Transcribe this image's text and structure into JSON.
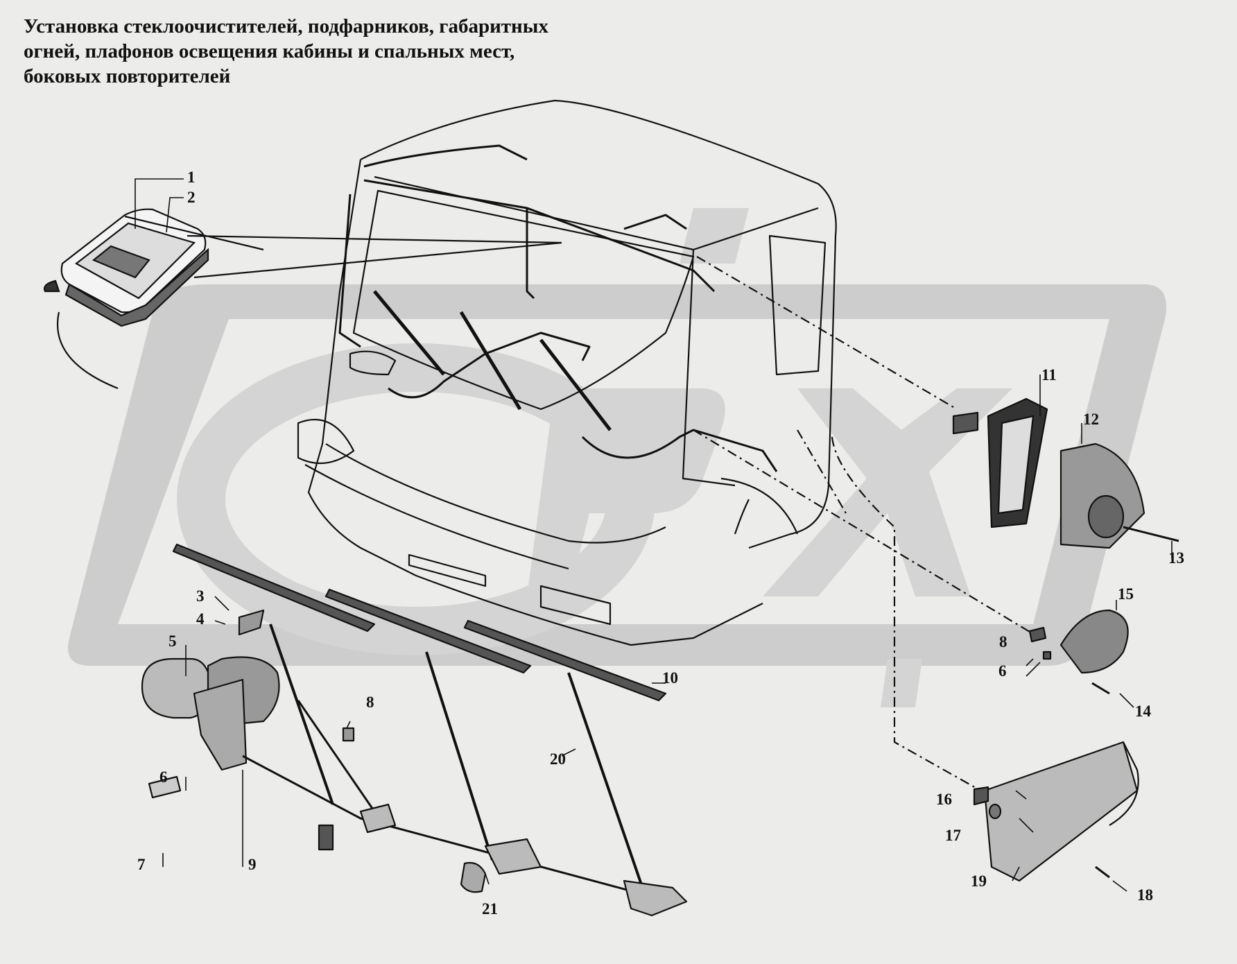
{
  "title_lines": [
    "Установка стеклоочистителей, подфарников, габаритных",
    "огней, плафонов освещения кабины и спальных мест,",
    "боковых повторителей"
  ],
  "callouts": [
    "1",
    "2",
    "3",
    "4",
    "5",
    "6",
    "7",
    "8",
    "9",
    "10",
    "11",
    "12",
    "13",
    "14",
    "15",
    "16",
    "17",
    "18",
    "19",
    "20",
    "21"
  ],
  "colors": {
    "background": "#ececea",
    "line": "#111111",
    "watermark": "#c8c8c8"
  }
}
